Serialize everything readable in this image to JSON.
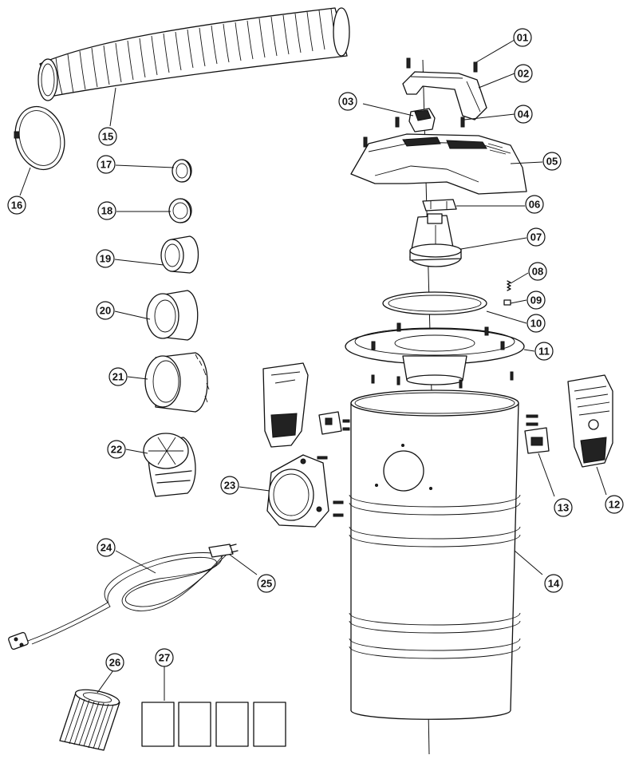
{
  "part_numbers": {
    "p01": "01",
    "p02": "02",
    "p03": "03",
    "p04": "04",
    "p05": "05",
    "p06": "06",
    "p07": "07",
    "p08": "08",
    "p09": "09",
    "p10": "10",
    "p11": "11",
    "p12": "12",
    "p13": "13",
    "p14": "14",
    "p15": "15",
    "p16": "16",
    "p17": "17",
    "p18": "18",
    "p19": "19",
    "p20": "20",
    "p21": "21",
    "p22": "22",
    "p23": "23",
    "p24": "24",
    "p25": "25",
    "p26": "26",
    "p27": "27"
  },
  "colors": {
    "line": "#111111",
    "background": "#ffffff"
  }
}
